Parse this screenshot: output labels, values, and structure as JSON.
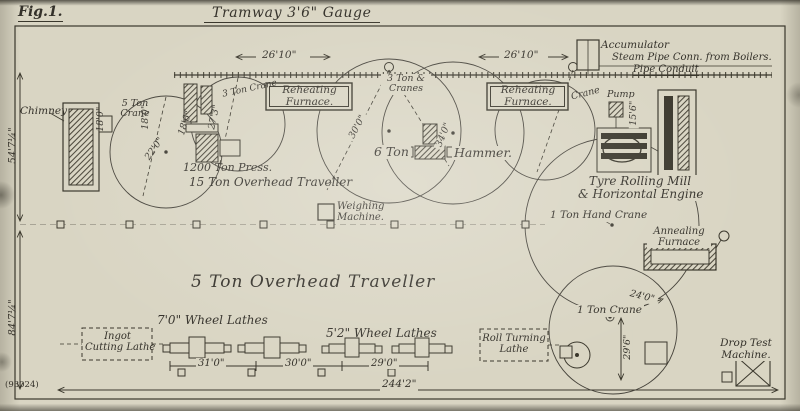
{
  "figure": {
    "fig_label": "Fig.1.",
    "title": "Tramway 3'6\" Gauge",
    "plate_number": "(93024)"
  },
  "labels": {
    "accumulator": "Accumulator",
    "steam_pipe_conn": "Steam Pipe Conn. from Boilers.",
    "pipe_conduit": "Pipe Conduit",
    "chimney": "Chimney",
    "five_ton_crane": [
      "5 Ton",
      "Crane"
    ],
    "three_ton_crane": "3 Ton Crane",
    "reheating_furnace": [
      "Reheating",
      "Furnace."
    ],
    "three_ton_cranes": [
      "3 Ton &",
      "Cranes"
    ],
    "press_1200": "1200 Ton Press.",
    "traveller_15": "15 Ton Overhead Traveller",
    "hammer": [
      "6 Ton",
      "Hammer."
    ],
    "crane": "Crane",
    "pump": "Pump",
    "tyre_mill": [
      "Tyre Rolling Mill",
      "& Horizontal Engine"
    ],
    "hand_crane": "1 Ton Hand Crane",
    "annealing_furnace": [
      "Annealing",
      "Furnace"
    ],
    "weighing_machine": [
      "Weighing",
      "Machine."
    ],
    "traveller_5": "5 Ton Overhead Traveller",
    "ingot_lathe": [
      "Ingot",
      "Cutting Lathe"
    ],
    "wheel_lathes_70": "7'0\" Wheel Lathes",
    "wheel_lathes_52": "5'2\" Wheel Lathes",
    "roll_lathe": [
      "Roll Turning",
      "Lathe"
    ],
    "one_ton_crane": "1 Ton Crane",
    "drop_test": [
      "Drop Test",
      "Machine."
    ]
  },
  "dimensions": {
    "bay_left": "26'10\"",
    "bay_right": "26'10\"",
    "height_upper": "54'7¼\"",
    "height_lower": "84'7¼\"",
    "d18a": "18'0\"",
    "d18b": "18'0\"",
    "d22": "22'0\"",
    "d18_6": "18'6\"",
    "d27_3": "27'3\"",
    "d30": "30'0\"",
    "d34": "34'0\"",
    "d15_6": "15'6\"",
    "d24": "24'0\"",
    "d29_6": "29'6\"",
    "lathes_31": "31'0\"",
    "lathes_30": "30'0\"",
    "lathes_29": "29'0\"",
    "total": "244'2\""
  }
}
